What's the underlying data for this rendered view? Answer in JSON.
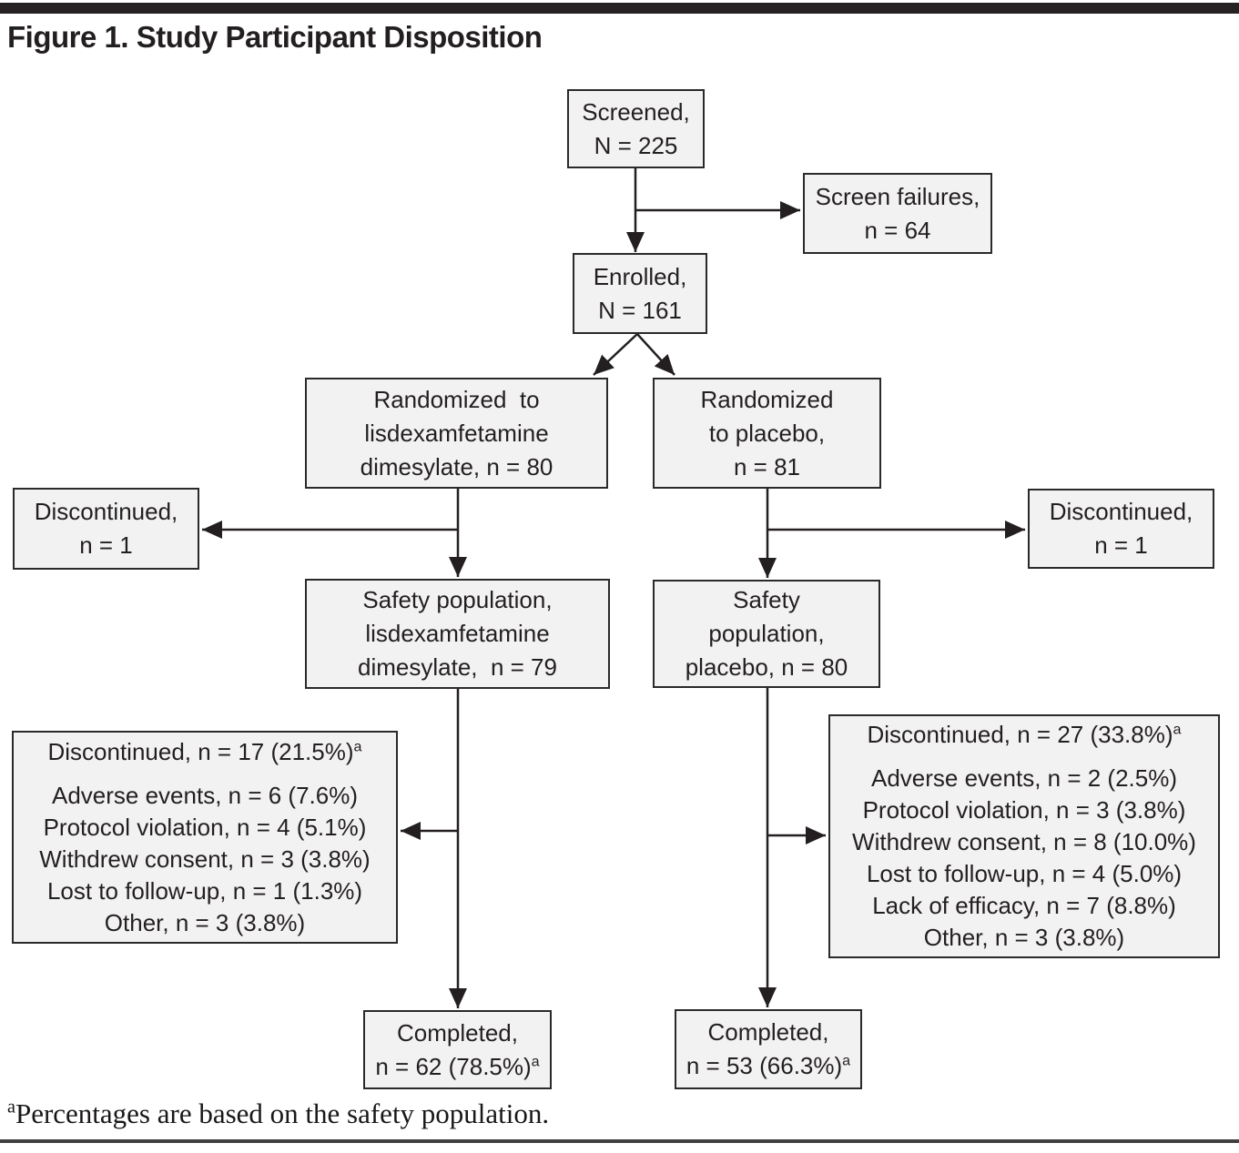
{
  "title": "Figure 1. Study Participant Disposition",
  "boxes": {
    "screened": {
      "lines": [
        "Screened,",
        "N = 225"
      ]
    },
    "screen_failures": {
      "lines": [
        "Screen failures,",
        "n = 64"
      ]
    },
    "enrolled": {
      "lines": [
        "Enrolled,",
        "N = 161"
      ]
    },
    "randomized_ldx": {
      "lines": [
        "Randomized  to",
        "lisdexamfetamine",
        "dimesylate, n = 80"
      ]
    },
    "randomized_placebo": {
      "lines": [
        "Randomized",
        "to placebo,",
        "n = 81"
      ]
    },
    "discontinued_ldx": {
      "lines": [
        "Discontinued,",
        "n = 1"
      ]
    },
    "discontinued_placebo": {
      "lines": [
        "Discontinued,",
        "n = 1"
      ]
    },
    "safety_ldx": {
      "lines": [
        "Safety population,",
        "lisdexamfetamine",
        "dimesylate,  n = 79"
      ]
    },
    "safety_placebo": {
      "lines": [
        "Safety",
        "population,",
        "placebo, n = 80"
      ]
    },
    "dropout_ldx": {
      "header": "Discontinued, n = 17 (21.5%)",
      "header_sup": "a",
      "items": [
        "Adverse events, n = 6 (7.6%)",
        "Protocol violation, n = 4 (5.1%)",
        "Withdrew consent, n = 3 (3.8%)",
        "Lost to follow-up, n = 1 (1.3%)",
        "Other, n = 3 (3.8%)"
      ]
    },
    "dropout_placebo": {
      "header": "Discontinued, n = 27 (33.8%)",
      "header_sup": "a",
      "items": [
        "Adverse events, n = 2 (2.5%)",
        "Protocol violation, n = 3 (3.8%)",
        "Withdrew consent, n = 8 (10.0%)",
        "Lost to follow-up, n = 4 (5.0%)",
        "Lack of efficacy, n = 7 (8.8%)",
        "Other, n = 3 (3.8%)"
      ]
    },
    "completed_ldx": {
      "line1": "Completed,",
      "line2": "n = 62 (78.5%)",
      "sup": "a"
    },
    "completed_placebo": {
      "line1": "Completed,",
      "line2": "n = 53 (66.3%)",
      "sup": "a"
    }
  },
  "footnote": {
    "sup": "a",
    "text": "Percentages are based on the safety population."
  },
  "colors": {
    "box_fill": "#f3f2f2",
    "box_border": "#2b292a",
    "text": "#231f20",
    "rule": "#262223"
  }
}
